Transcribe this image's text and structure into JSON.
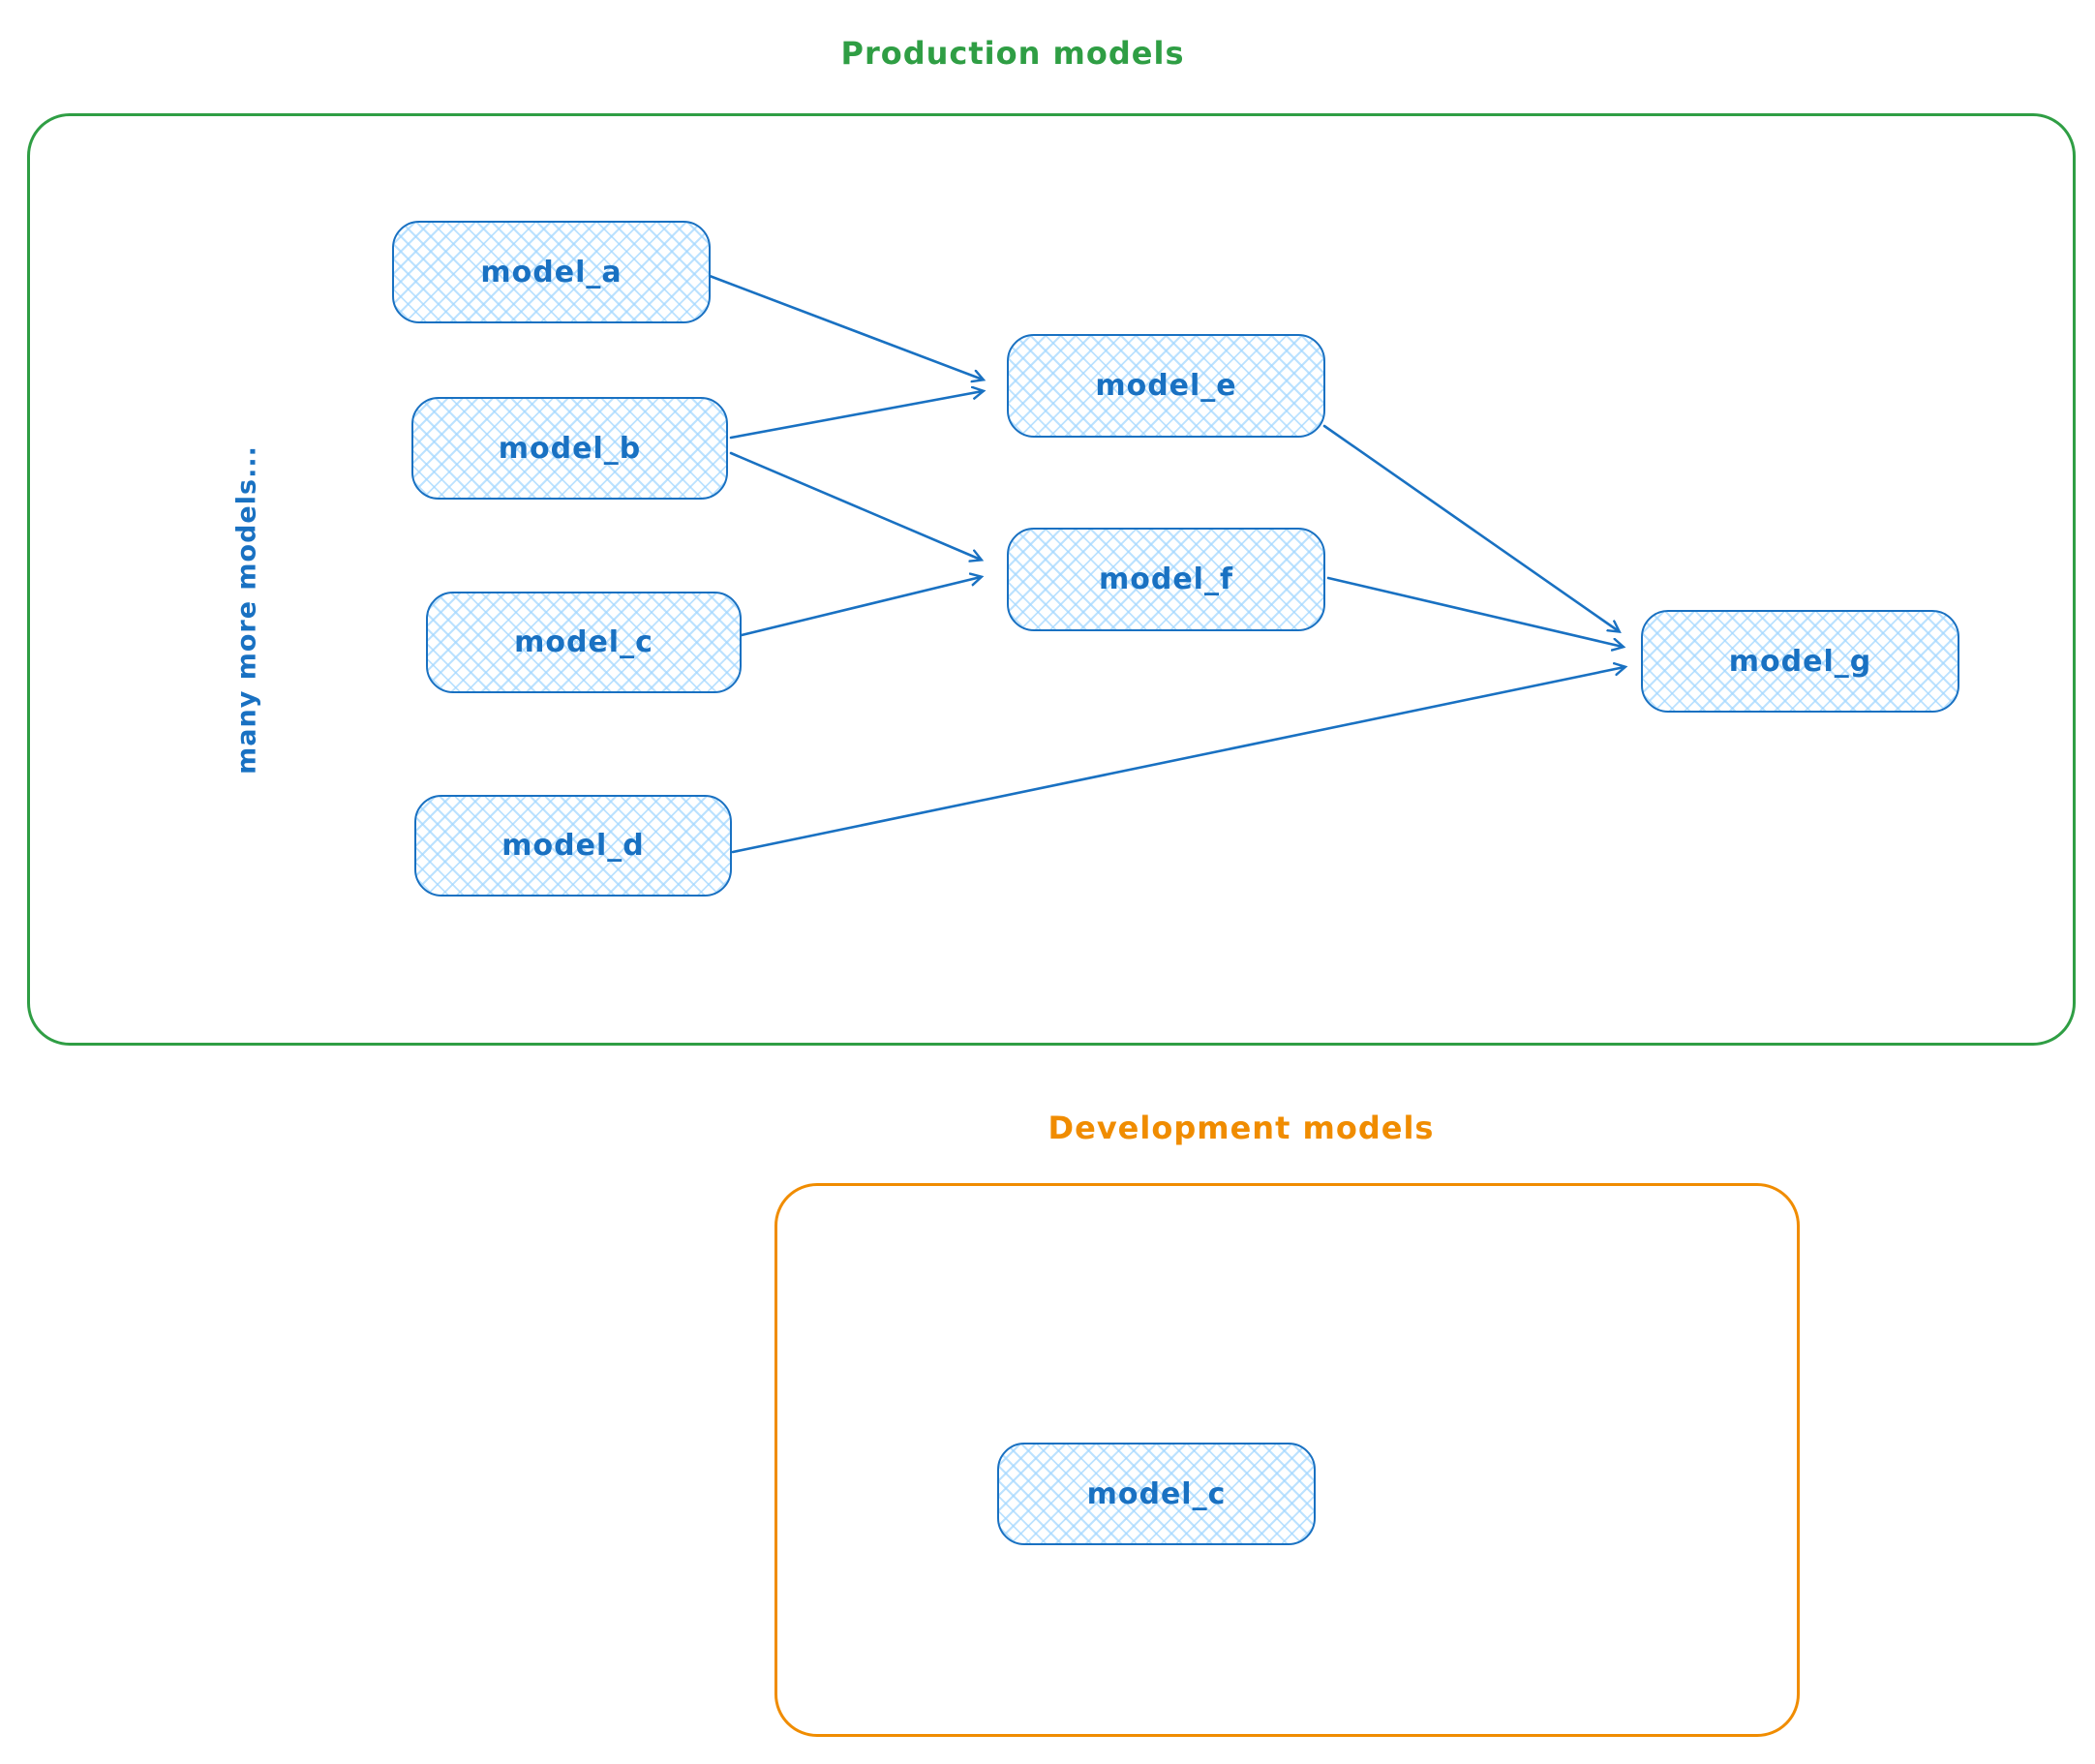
{
  "production": {
    "title": "Production models",
    "side_note": "many more models...",
    "nodes": {
      "a": "model_a",
      "b": "model_b",
      "c": "model_c",
      "d": "model_d",
      "e": "model_e",
      "f": "model_f",
      "g": "model_g"
    }
  },
  "development": {
    "title": "Development models",
    "nodes": {
      "c": "model_c"
    }
  },
  "edges": [
    {
      "from": "model_a",
      "to": "model_e"
    },
    {
      "from": "model_b",
      "to": "model_e"
    },
    {
      "from": "model_b",
      "to": "model_f"
    },
    {
      "from": "model_c",
      "to": "model_f"
    },
    {
      "from": "model_e",
      "to": "model_g"
    },
    {
      "from": "model_f",
      "to": "model_g"
    },
    {
      "from": "model_d",
      "to": "model_g"
    }
  ],
  "colors": {
    "node_stroke": "#1971c2",
    "node_fill_hatch": "#a5d8ff",
    "arrow": "#1971c2",
    "production_accent": "#2f9e44",
    "development_accent": "#f08c00"
  }
}
